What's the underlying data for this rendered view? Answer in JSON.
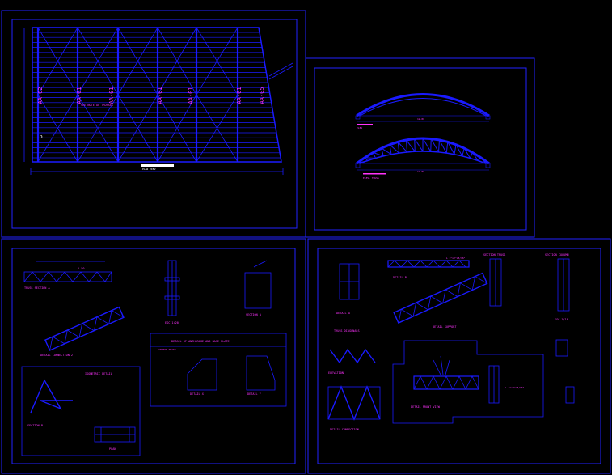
{
  "colors": {
    "background": "#000000",
    "frame": "#2222ff",
    "linework": "#1a1aff",
    "annotation": "#ff33ff",
    "highlight": "#ffffff"
  },
  "plan": {
    "axis_labels": [
      "AA-02",
      "AA-01",
      "AA-01",
      "AA-01",
      "AA-01",
      "AA-01",
      "AA-05"
    ],
    "note": "SEE NOTE OF TRUSSES",
    "scale_caption": "PLAN VIEW"
  },
  "elevation": {
    "top_dim": "12.00",
    "bottom_dim": "12.00",
    "top_caption": "ELEV",
    "bottom_caption": "ELEV. TRUSS"
  },
  "details_left": {
    "truss_label": "TRUSS SECTION A",
    "truss_dim": "1.50",
    "detail_title": "DETAIL CONNECTION 2",
    "table_title": "DETAIL OF ANCHORAGE AND BASE PLATE",
    "anchor_title": "ANCHOR PLATE",
    "sub_a": "SECTION A",
    "sub_b": "SECTION B",
    "scale_a": "ESC 1/20",
    "detail_x": "DETAIL X",
    "detail_y": "DETAIL Y",
    "iso_title": "ISOMETRIC DETAIL",
    "plan_title": "PLAN"
  },
  "details_right": {
    "top_a": "DETAIL A",
    "top_b": "DETAIL B",
    "top_c": "SECTION TRUSS",
    "top_d": "SECTION COLUMN",
    "truss_caption": "TRUSS DIAGONALS",
    "mid_caption": "DETAIL SUPPORT",
    "elev_left": "ELEVATION",
    "elev_detail": "DETAIL CONNECTION",
    "support_title": "DETAIL FRONT VIEW",
    "scale": "ESC 1/10",
    "l_profile": "L 2\"x2\"x3/16\""
  }
}
